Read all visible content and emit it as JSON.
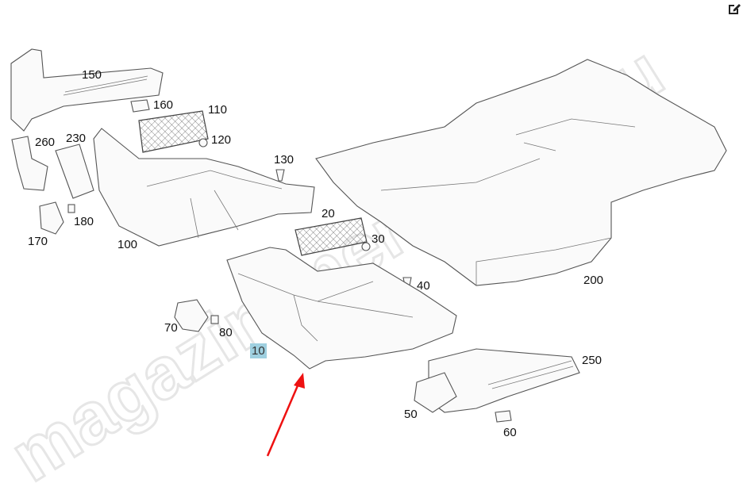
{
  "watermark": "magazin-mercedes.ru",
  "toolbar": {
    "edit_icon": "edit-icon"
  },
  "highlight_color": "#9fd0e0",
  "arrow_color": "#ee1111",
  "callouts": [
    {
      "id": "150",
      "label": "150"
    },
    {
      "id": "160",
      "label": "160"
    },
    {
      "id": "110",
      "label": "110"
    },
    {
      "id": "120",
      "label": "120"
    },
    {
      "id": "260",
      "label": "260"
    },
    {
      "id": "230",
      "label": "230"
    },
    {
      "id": "130",
      "label": "130"
    },
    {
      "id": "180",
      "label": "180"
    },
    {
      "id": "170",
      "label": "170"
    },
    {
      "id": "100",
      "label": "100"
    },
    {
      "id": "20",
      "label": "20"
    },
    {
      "id": "30",
      "label": "30"
    },
    {
      "id": "40",
      "label": "40"
    },
    {
      "id": "200",
      "label": "200"
    },
    {
      "id": "70",
      "label": "70"
    },
    {
      "id": "80",
      "label": "80"
    },
    {
      "id": "10",
      "label": "10",
      "selected": true
    },
    {
      "id": "250",
      "label": "250"
    },
    {
      "id": "50",
      "label": "50"
    },
    {
      "id": "60",
      "label": "60"
    }
  ]
}
